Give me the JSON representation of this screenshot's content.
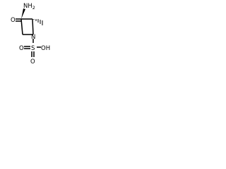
{
  "atoms": {
    "amine": "NH",
    "amine_h_count": "2",
    "carbonyl_oxygen": "O",
    "ring_nitrogen": "N",
    "sulfur": "S",
    "sulfonyl_oxygen_top": "O",
    "sulfonyl_oxygen_bottom": "O",
    "hydroxyl": "OH"
  }
}
